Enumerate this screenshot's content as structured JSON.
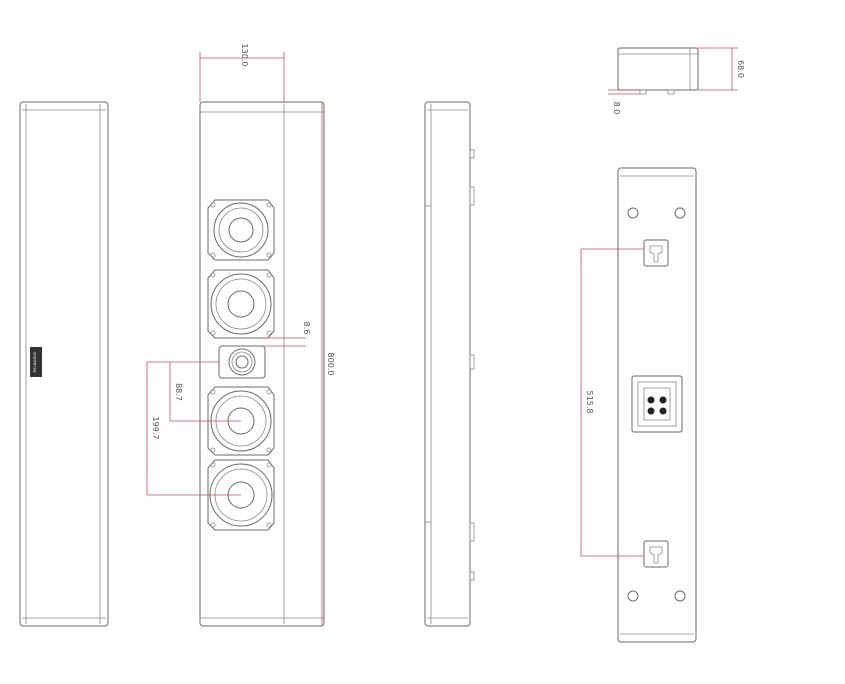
{
  "colors": {
    "outline": "#6a6a6a",
    "dimension_line": "#c8505a",
    "dimension_text": "#555555",
    "background": "#ffffff"
  },
  "brand_badge": {
    "text": "MELBAUDIO"
  },
  "dimensions": {
    "front_width": "130.0",
    "total_height": "800.0",
    "tweeter_gap": "8.6",
    "woofer_offset_1": "88.7",
    "woofer_offset_2": "199.7",
    "top_depth": "68.0",
    "top_foot": "8.0",
    "bracket_spacing": "515.8"
  },
  "views": [
    {
      "name": "side-view-left"
    },
    {
      "name": "front-view"
    },
    {
      "name": "side-view-right"
    },
    {
      "name": "top-view"
    },
    {
      "name": "rear-view"
    }
  ]
}
